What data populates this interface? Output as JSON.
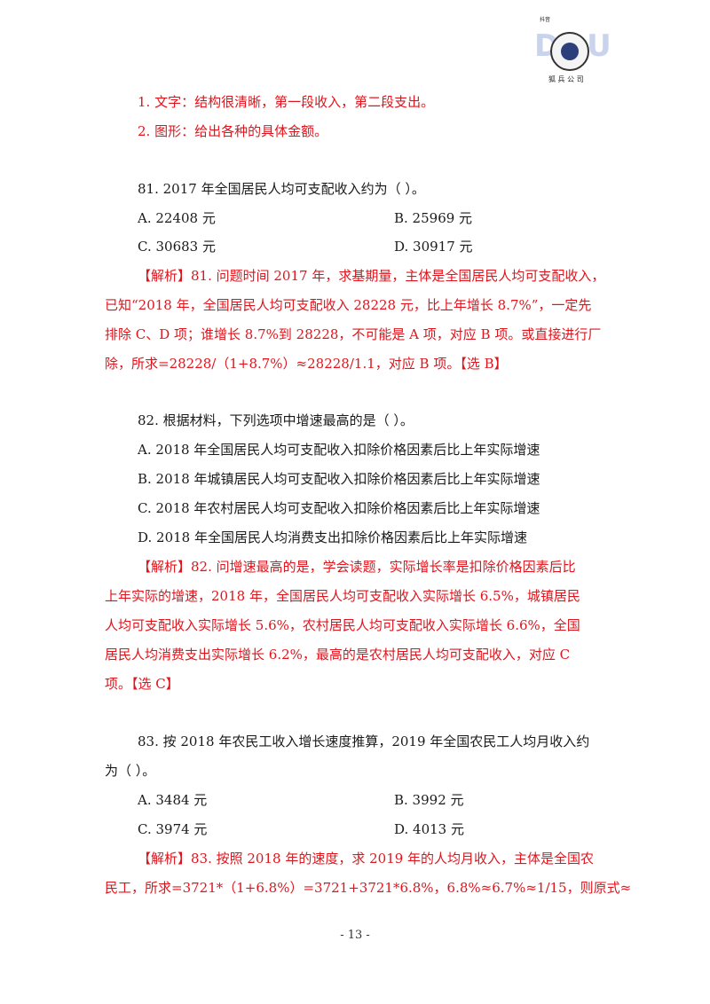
{
  "logo": {
    "brand": "抖音",
    "text": "DOU",
    "caption": "狐 兵 公 司"
  },
  "intro": [
    "1. 文字：结构很清晰，第一段收入，第二段支出。",
    "2. 图形：给出各种的具体金额。"
  ],
  "q81": {
    "stem": "81. 2017 年全国居民人均可支配收入约为（    ）。",
    "options": {
      "A": "A. 22408 元",
      "B": "B. 25969 元",
      "C": "C. 30683 元",
      "D": "D. 30917 元"
    },
    "analysis": [
      "【解析】81. 问题时间 2017 年，求基期量，主体是全国居民人均可支配收入，",
      "已知“2018 年，全国居民人均可支配收入 28228 元，比上年增长 8.7%”，一定先",
      "排除 C、D 项；谁增长 8.7%到 28228，不可能是 A 项，对应 B 项。或直接进行厂",
      "除，所求=28228/（1+8.7%）≈28228/1.1，对应 B 项。【选 B】"
    ]
  },
  "q82": {
    "stem": "82. 根据材料，下列选项中增速最高的是（    ）。",
    "options": [
      "A. 2018 年全国居民人均可支配收入扣除价格因素后比上年实际增速",
      "B. 2018 年城镇居民人均可支配收入扣除价格因素后比上年实际增速",
      "C. 2018 年农村居民人均可支配收入扣除价格因素后比上年实际增速",
      "D. 2018 年全国居民人均消费支出扣除价格因素后比上年实际增速"
    ],
    "analysis": [
      "【解析】82. 问增速最高的是，学会读题，实际增长率是扣除价格因素后比",
      "上年实际的增速，2018 年，全国居民人均可支配收入实际增长 6.5%，城镇居民",
      "人均可支配收入实际增长 5.6%，农村居民人均可支配收入实际增长 6.6%，全国",
      "居民人均消费支出实际增长 6.2%，最高的是农村居民人均可支配收入，对应 C",
      "项。【选 C】"
    ]
  },
  "q83": {
    "stem": [
      "83. 按 2018 年农民工收入增长速度推算，2019 年全国农民工人均月收入约",
      "为（    ）。"
    ],
    "options": {
      "A": "A. 3484 元",
      "B": "B. 3992 元",
      "C": "C. 3974 元",
      "D": "D. 4013 元"
    },
    "analysis": [
      "【解析】83. 按照 2018 年的速度，求 2019 年的人均月收入，主体是全国农",
      "民工，所求=3721*（1+6.8%）=3721+3721*6.8%，6.8%≈6.7%≈1/15，则原式≈"
    ]
  },
  "footer": {
    "page": "- 13 -"
  }
}
